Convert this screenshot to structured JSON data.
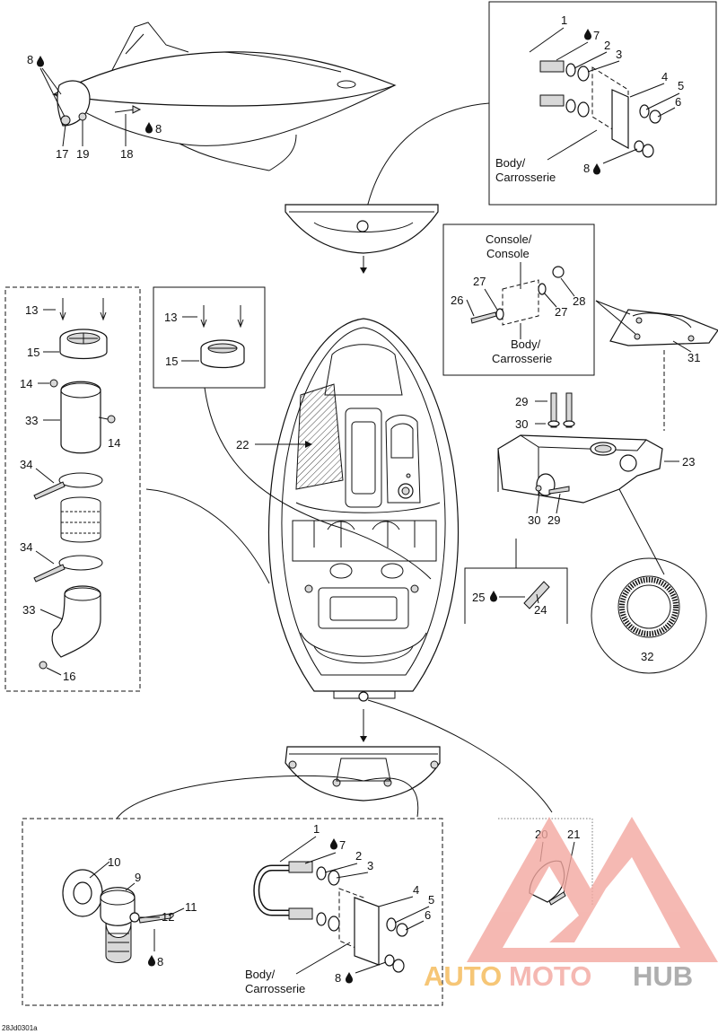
{
  "labels": {
    "n1": "1",
    "n2": "2",
    "n3": "3",
    "n4": "4",
    "n5": "5",
    "n6": "6",
    "n7": "7",
    "n8": "8",
    "n9": "9",
    "n10": "10",
    "n11": "11",
    "n12": "12",
    "n13": "13",
    "n14": "14",
    "n15": "15",
    "n16": "16",
    "n17": "17",
    "n18": "18",
    "n19": "19",
    "n20": "20",
    "n21": "21",
    "n22": "22",
    "n23": "23",
    "n24": "24",
    "n25": "25",
    "n26": "26",
    "n27": "27",
    "n28": "28",
    "n29": "29",
    "n30": "30",
    "n31": "31",
    "n32": "32",
    "n33": "33",
    "n34": "34"
  },
  "text": {
    "body": "Body/",
    "carrosserie": "Carrosserie",
    "console": "Console/",
    "console2": "Console",
    "drawing_code": "28Jd0301a"
  },
  "watermark": {
    "part1": "AUTO",
    "part2": "MOTO",
    "part3": "HUB"
  },
  "colors": {
    "watermark_orange": "#f5b955",
    "watermark_red": "#f3a7a0",
    "watermark_gray": "#9a9a9a"
  }
}
